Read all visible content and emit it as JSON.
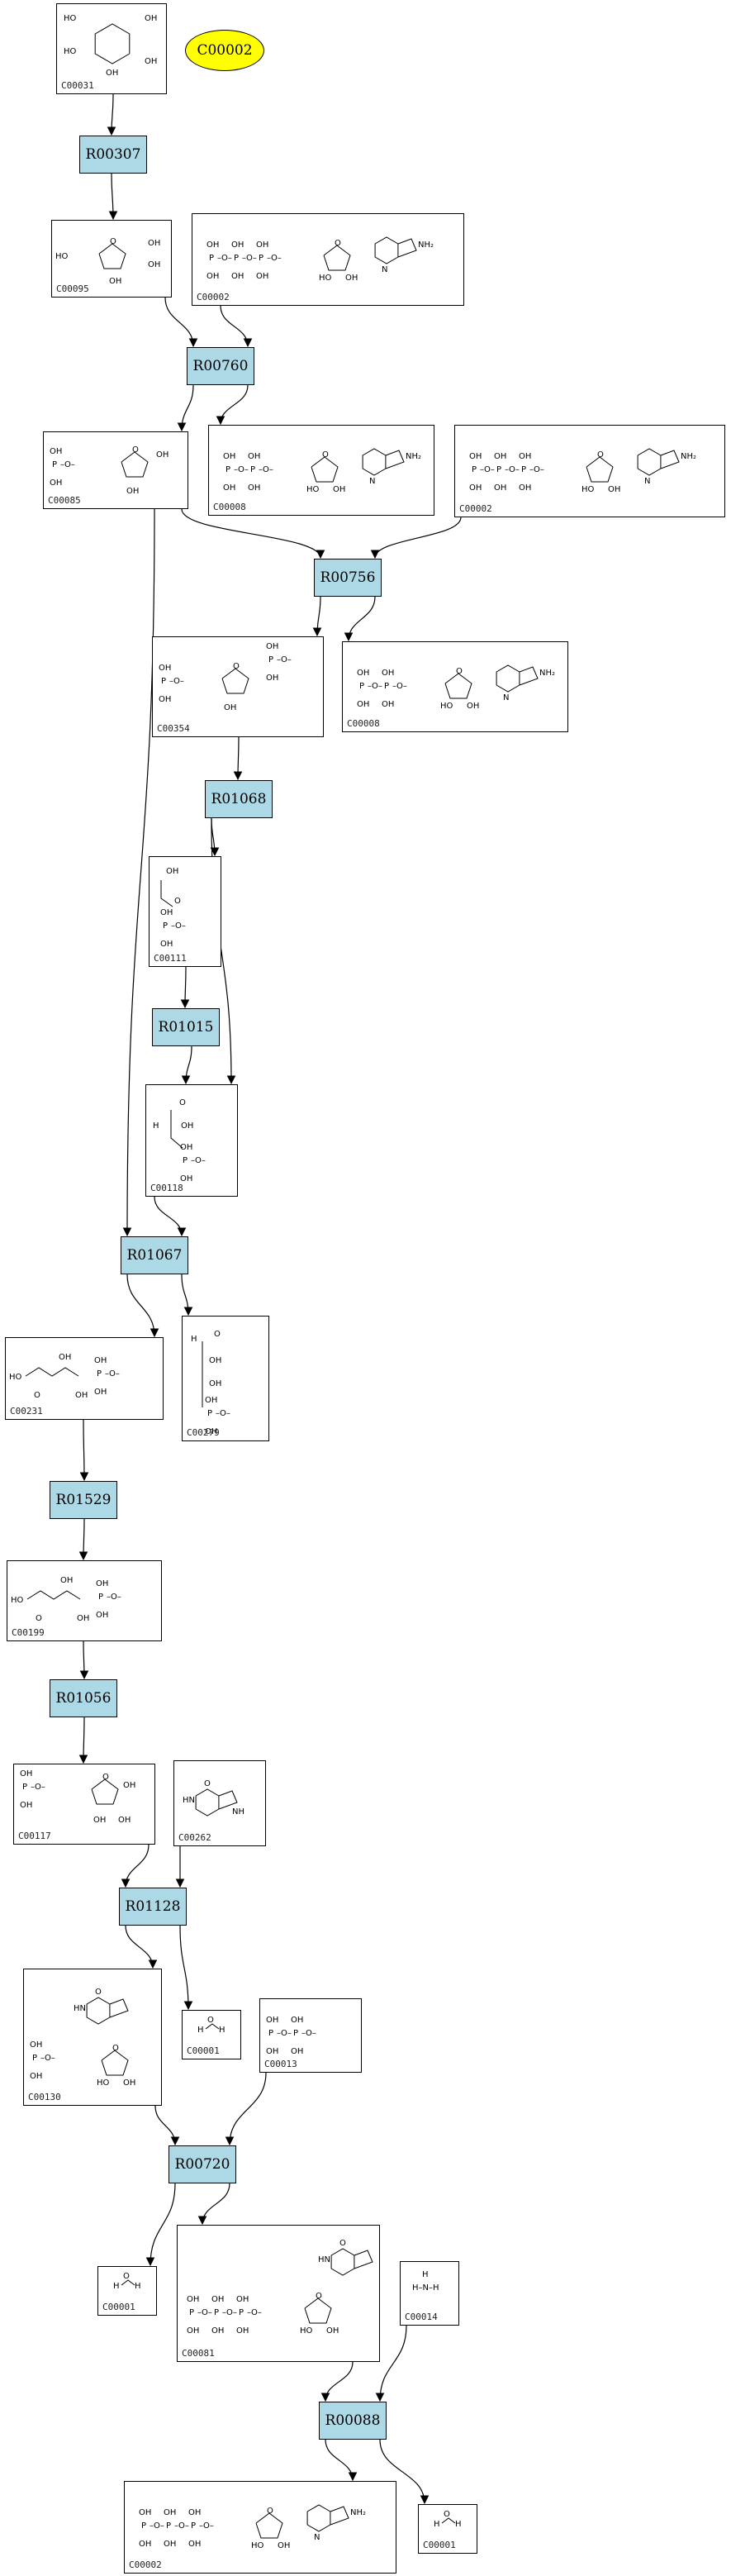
{
  "highlight": {
    "label": "C00002",
    "color": "#ffff00"
  },
  "colors": {
    "reaction_fill": "#add8e6",
    "compound_fill": "#ffffff",
    "edge": "#000000"
  },
  "reactions": [
    {
      "id": "r1",
      "label": "R00307"
    },
    {
      "id": "r2",
      "label": "R00760"
    },
    {
      "id": "r3",
      "label": "R00756"
    },
    {
      "id": "r4",
      "label": "R01068"
    },
    {
      "id": "r5",
      "label": "R01015"
    },
    {
      "id": "r6",
      "label": "R01067"
    },
    {
      "id": "r7",
      "label": "R01529"
    },
    {
      "id": "r8",
      "label": "R01056"
    },
    {
      "id": "r9",
      "label": "R01128"
    },
    {
      "id": "r10",
      "label": "R00720"
    },
    {
      "id": "r11",
      "label": "R00088"
    }
  ],
  "compounds": [
    {
      "id": "c1",
      "label": "C00031",
      "structure": "glucose-pyranose"
    },
    {
      "id": "c2",
      "label": "C00095",
      "structure": "fructose-furanose"
    },
    {
      "id": "c3",
      "label": "C00002",
      "structure": "ATP"
    },
    {
      "id": "c4",
      "label": "C00085",
      "structure": "fructose-6-phosphate"
    },
    {
      "id": "c5",
      "label": "C00008",
      "structure": "ADP"
    },
    {
      "id": "c6",
      "label": "C00002",
      "structure": "ATP"
    },
    {
      "id": "c7",
      "label": "C00354",
      "structure": "fructose-1,6-bisphosphate"
    },
    {
      "id": "c8",
      "label": "C00008",
      "structure": "ADP"
    },
    {
      "id": "c9",
      "label": "C00111",
      "structure": "glycerone-phosphate"
    },
    {
      "id": "c10",
      "label": "C00118",
      "structure": "glyceraldehyde-3-phosphate"
    },
    {
      "id": "c11",
      "label": "C00231",
      "structure": "xylulose-5-phosphate"
    },
    {
      "id": "c12",
      "label": "C00279",
      "structure": "erythrose-4-phosphate"
    },
    {
      "id": "c13",
      "label": "C00199",
      "structure": "ribulose-5-phosphate"
    },
    {
      "id": "c14",
      "label": "C00117",
      "structure": "ribose-5-phosphate"
    },
    {
      "id": "c15",
      "label": "C00262",
      "structure": "hypoxanthine"
    },
    {
      "id": "c16",
      "label": "C00130",
      "structure": "IMP"
    },
    {
      "id": "c17",
      "label": "C00001",
      "structure": "water"
    },
    {
      "id": "c18",
      "label": "C00013",
      "structure": "diphosphate"
    },
    {
      "id": "c19",
      "label": "C00001",
      "structure": "water"
    },
    {
      "id": "c20",
      "label": "C00081",
      "structure": "ITP"
    },
    {
      "id": "c21",
      "label": "C00014",
      "structure": "ammonia"
    },
    {
      "id": "c22",
      "label": "C00002",
      "structure": "ATP"
    },
    {
      "id": "c23",
      "label": "C00001",
      "structure": "water"
    }
  ],
  "edges": [
    [
      "c1",
      "r1"
    ],
    [
      "r1",
      "c2"
    ],
    [
      "c2",
      "r2"
    ],
    [
      "c3",
      "r2"
    ],
    [
      "r2",
      "c4"
    ],
    [
      "r2",
      "c5"
    ],
    [
      "c4",
      "r3"
    ],
    [
      "c6",
      "r3"
    ],
    [
      "r3",
      "c7"
    ],
    [
      "r3",
      "c8"
    ],
    [
      "c7",
      "r4"
    ],
    [
      "r4",
      "c9"
    ],
    [
      "r4",
      "c10"
    ],
    [
      "c9",
      "r5"
    ],
    [
      "r5",
      "c10"
    ],
    [
      "c4",
      "r6"
    ],
    [
      "c10",
      "r6"
    ],
    [
      "r6",
      "c11"
    ],
    [
      "r6",
      "c12"
    ],
    [
      "c11",
      "r7"
    ],
    [
      "r7",
      "c13"
    ],
    [
      "c13",
      "r8"
    ],
    [
      "r8",
      "c14"
    ],
    [
      "c14",
      "r9"
    ],
    [
      "c15",
      "r9"
    ],
    [
      "r9",
      "c16"
    ],
    [
      "r9",
      "c17"
    ],
    [
      "c16",
      "r10"
    ],
    [
      "c18",
      "r10"
    ],
    [
      "r10",
      "c19"
    ],
    [
      "r10",
      "c20"
    ],
    [
      "c20",
      "r11"
    ],
    [
      "c21",
      "r11"
    ],
    [
      "r11",
      "c22"
    ],
    [
      "r11",
      "c23"
    ]
  ]
}
